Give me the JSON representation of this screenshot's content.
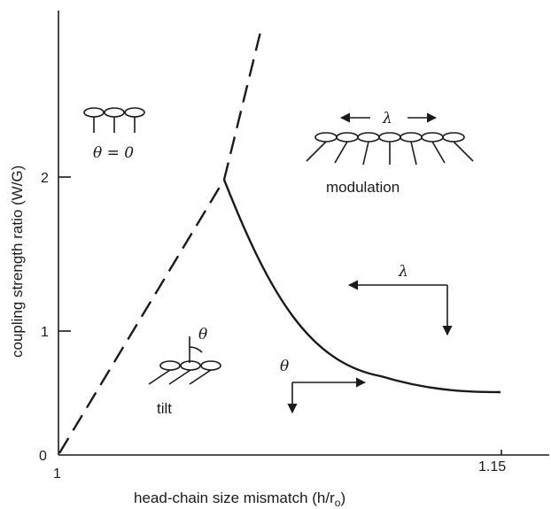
{
  "axes": {
    "xlabel": "head-chain size mismatch (h/r",
    "xlabel_sub": "o",
    "xlabel_close": ")",
    "ylabel": "coupling strength ratio (W/G)",
    "x_ticks": [
      "1",
      "1.15"
    ],
    "y_ticks": [
      "0",
      "1",
      "2"
    ]
  },
  "regions": {
    "untilted_label": "θ = 0",
    "modulation_label": "modulation",
    "tilt_label": "tilt"
  },
  "symbols": {
    "lambda": "λ",
    "theta": "θ"
  },
  "colors": {
    "ink": "#1a1a1a",
    "background": "#ffffff"
  }
}
